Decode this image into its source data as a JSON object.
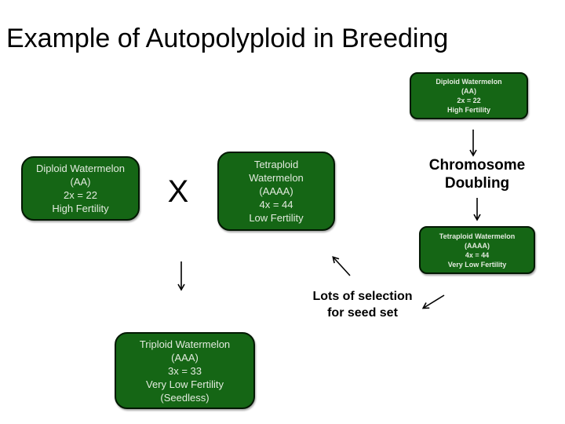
{
  "slide": {
    "title": "Example of Autopolyploid in Breeding",
    "background_color": "#ffffff",
    "title_color": "#000000"
  },
  "colors": {
    "box_fill": "#156615",
    "box_border": "#031803",
    "box_text": "#e3ebdf",
    "arrow": "#000000"
  },
  "boxes": {
    "diploid_top": {
      "lines": [
        "Diploid Watermelon",
        "(AA)",
        "2x = 22",
        "High Fertility"
      ]
    },
    "diploid_left": {
      "lines": [
        "Diploid Watermelon",
        "(AA)",
        "2x = 22",
        "High Fertility"
      ]
    },
    "tetraploid_mid": {
      "lines": [
        "Tetraploid",
        "Watermelon",
        "(AAAA)",
        "4x = 44",
        "Low Fertility"
      ]
    },
    "tetraploid_right": {
      "lines": [
        "Tetraploid Watermelon",
        "(AAAA)",
        "4x = 44",
        "Very Low Fertility"
      ]
    },
    "triploid_bottom": {
      "lines": [
        "Triploid Watermelon",
        "(AAA)",
        "3x = 33",
        "Very Low Fertility",
        "(Seedless)"
      ]
    }
  },
  "labels": {
    "cross": "X",
    "chromosome_doubling": {
      "lines": [
        "Chromosome",
        "Doubling"
      ]
    },
    "selection_note": {
      "lines": [
        "Lots of selection",
        "for seed set"
      ]
    }
  },
  "connections": [
    {
      "from": "diploid_top",
      "to": "chromosome_doubling",
      "direction": "down"
    },
    {
      "from": "chromosome_doubling",
      "to": "tetraploid_right",
      "direction": "down"
    },
    {
      "from": "cross_pair",
      "to": "triploid_bottom",
      "direction": "down"
    },
    {
      "from": "selection_note",
      "to": "tetraploid_mid",
      "direction": "up-left"
    },
    {
      "from": "tetraploid_right",
      "to": "selection_note",
      "direction": "down-left"
    }
  ]
}
